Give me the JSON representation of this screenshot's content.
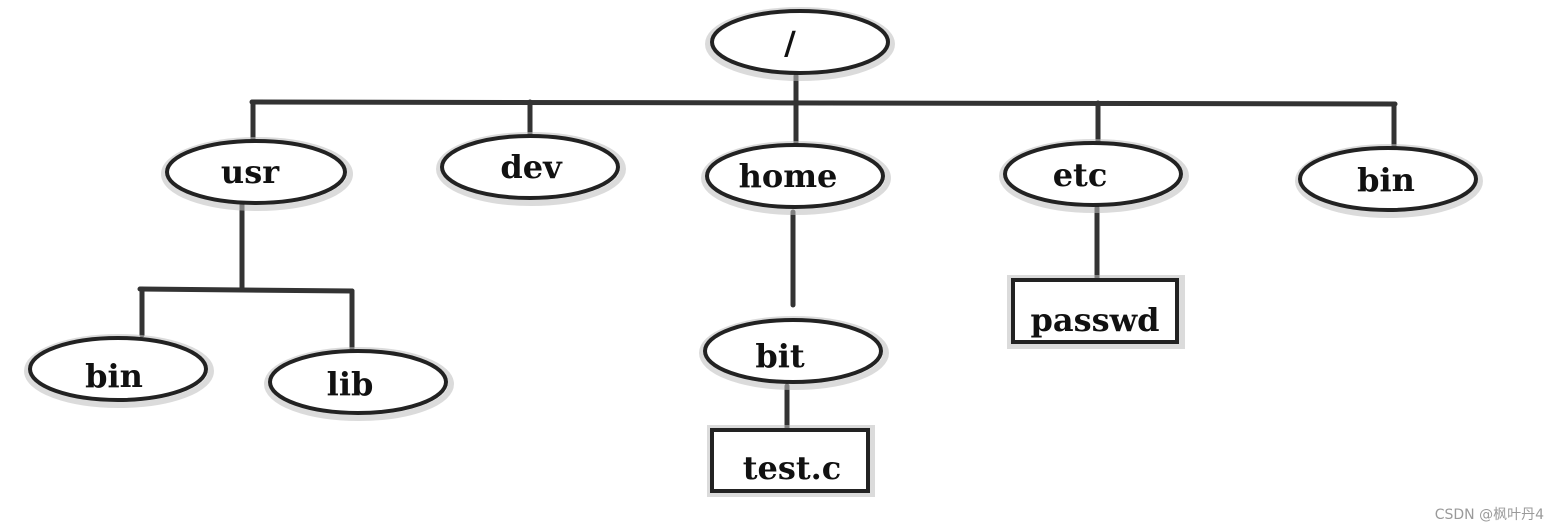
{
  "tree": {
    "root": {
      "id": "root",
      "label": "/",
      "shape": "ellipse"
    },
    "nodes": [
      {
        "id": "usr",
        "label": "usr",
        "shape": "ellipse"
      },
      {
        "id": "dev",
        "label": "dev",
        "shape": "ellipse"
      },
      {
        "id": "home",
        "label": "home",
        "shape": "ellipse"
      },
      {
        "id": "etc",
        "label": "etc",
        "shape": "ellipse"
      },
      {
        "id": "bin_root",
        "label": "bin",
        "shape": "ellipse"
      },
      {
        "id": "bin_usr",
        "label": "bin",
        "shape": "ellipse"
      },
      {
        "id": "lib",
        "label": "lib",
        "shape": "ellipse"
      },
      {
        "id": "bit",
        "label": "bit",
        "shape": "ellipse"
      },
      {
        "id": "testc",
        "label": "test.c",
        "shape": "rect"
      },
      {
        "id": "passwd",
        "label": "passwd",
        "shape": "rect"
      }
    ],
    "edges": [
      [
        "root",
        "usr"
      ],
      [
        "root",
        "dev"
      ],
      [
        "root",
        "home"
      ],
      [
        "root",
        "etc"
      ],
      [
        "root",
        "bin_root"
      ],
      [
        "usr",
        "bin_usr"
      ],
      [
        "usr",
        "lib"
      ],
      [
        "home",
        "bit"
      ],
      [
        "bit",
        "testc"
      ],
      [
        "etc",
        "passwd"
      ]
    ]
  },
  "watermark": "CSDN @枫叶丹4"
}
